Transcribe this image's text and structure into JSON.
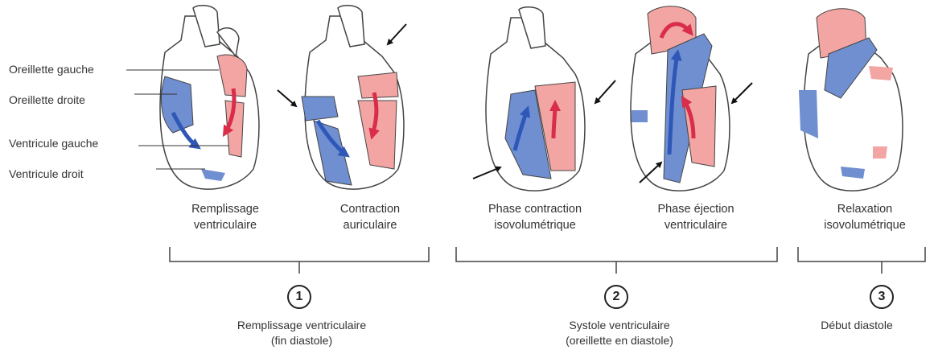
{
  "labels": {
    "left_atrium": "Oreillette gauche",
    "right_atrium": "Oreillette droite",
    "left_ventricle": "Ventricule gauche",
    "right_ventricle": "Ventricule droit"
  },
  "stages": [
    {
      "line1": "Remplissage",
      "line2": "ventriculaire"
    },
    {
      "line1": "Contraction",
      "line2": "auriculaire"
    },
    {
      "line1": "Phase contraction",
      "line2": "isovolumétrique"
    },
    {
      "line1": "Phase éjection",
      "line2": "ventriculaire"
    },
    {
      "line1": "Relaxation",
      "line2": "isovolumétrique"
    }
  ],
  "phases": [
    {
      "number": "1",
      "line1": "Remplissage ventriculaire",
      "line2": "(fin diastole)"
    },
    {
      "number": "2",
      "line1": "Systole ventriculaire",
      "line2": "(oreillette en diastole)"
    },
    {
      "number": "3",
      "line1": "Début diastole",
      "line2": ""
    }
  ],
  "colors": {
    "oxygenated": "#f2a5a3",
    "deoxygenated": "#6f8fd1",
    "flow_arrow_red": "#d92d4a",
    "flow_arrow_blue": "#2e57b8"
  }
}
